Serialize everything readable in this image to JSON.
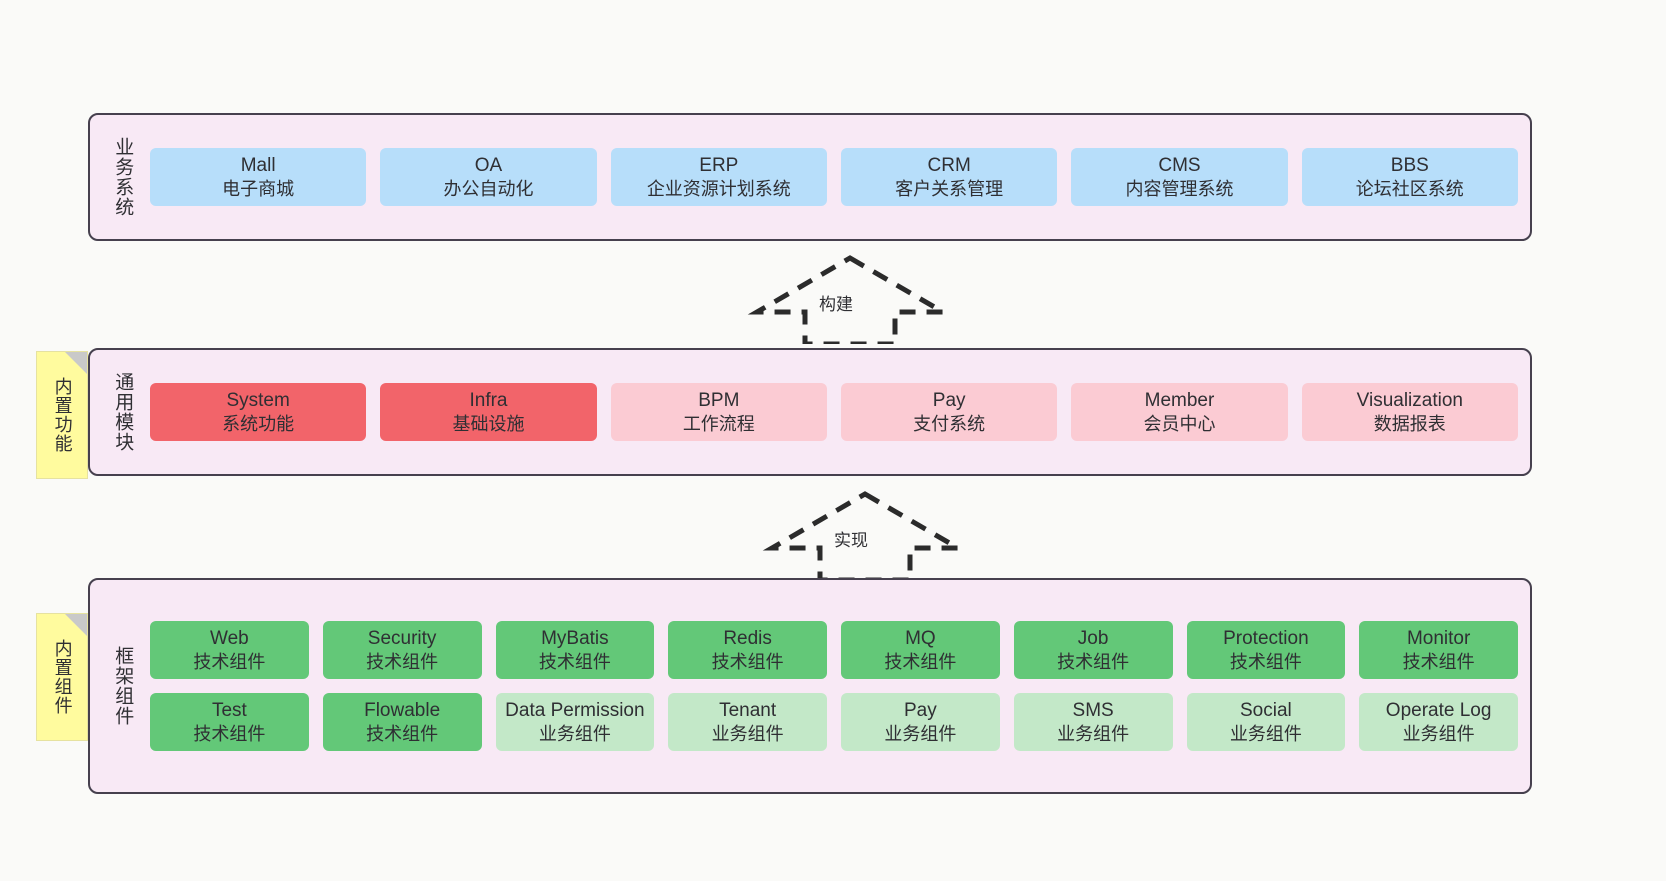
{
  "diagram": {
    "title": "System architecture layers",
    "colors": {
      "layer_fill": "#F8E9F5",
      "layer_border": "#46404E",
      "business_card": "#B7DEFA",
      "core_module": "#F2646A",
      "optional_module": "#FBCBD3",
      "tech_component": "#63C878",
      "business_component": "#C3E8C8",
      "note": "#FFFB9E",
      "page_background": "#FAFAF8"
    }
  },
  "layers": {
    "business": {
      "title": "业务系统",
      "cards": [
        {
          "en": "Mall",
          "cn": "电子商城"
        },
        {
          "en": "OA",
          "cn": "办公自动化"
        },
        {
          "en": "ERP",
          "cn": "企业资源计划系统"
        },
        {
          "en": "CRM",
          "cn": "客户关系管理"
        },
        {
          "en": "CMS",
          "cn": "内容管理系统"
        },
        {
          "en": "BBS",
          "cn": "论坛社区系统"
        }
      ]
    },
    "common": {
      "title": "通用模块",
      "note": "内置功能",
      "cards": [
        {
          "en": "System",
          "cn": "系统功能"
        },
        {
          "en": "Infra",
          "cn": "基础设施"
        },
        {
          "en": "BPM",
          "cn": "工作流程"
        },
        {
          "en": "Pay",
          "cn": "支付系统"
        },
        {
          "en": "Member",
          "cn": "会员中心"
        },
        {
          "en": "Visualization",
          "cn": "数据报表"
        }
      ]
    },
    "framework": {
      "title": "框架组件",
      "note": "内置组件",
      "row1": [
        {
          "en": "Web",
          "cn": "技术组件"
        },
        {
          "en": "Security",
          "cn": "技术组件"
        },
        {
          "en": "MyBatis",
          "cn": "技术组件"
        },
        {
          "en": "Redis",
          "cn": "技术组件"
        },
        {
          "en": "MQ",
          "cn": "技术组件"
        },
        {
          "en": "Job",
          "cn": "技术组件"
        },
        {
          "en": "Protection",
          "cn": "技术组件"
        },
        {
          "en": "Monitor",
          "cn": "技术组件"
        }
      ],
      "row2": [
        {
          "en": "Test",
          "cn": "技术组件"
        },
        {
          "en": "Flowable",
          "cn": "技术组件"
        },
        {
          "en": "Data Permission",
          "cn": "业务组件"
        },
        {
          "en": "Tenant",
          "cn": "业务组件"
        },
        {
          "en": "Pay",
          "cn": "业务组件"
        },
        {
          "en": "SMS",
          "cn": "业务组件"
        },
        {
          "en": "Social",
          "cn": "业务组件"
        },
        {
          "en": "Operate Log",
          "cn": "业务组件"
        }
      ]
    }
  },
  "arrows": {
    "build": "构建",
    "implement": "实现"
  }
}
